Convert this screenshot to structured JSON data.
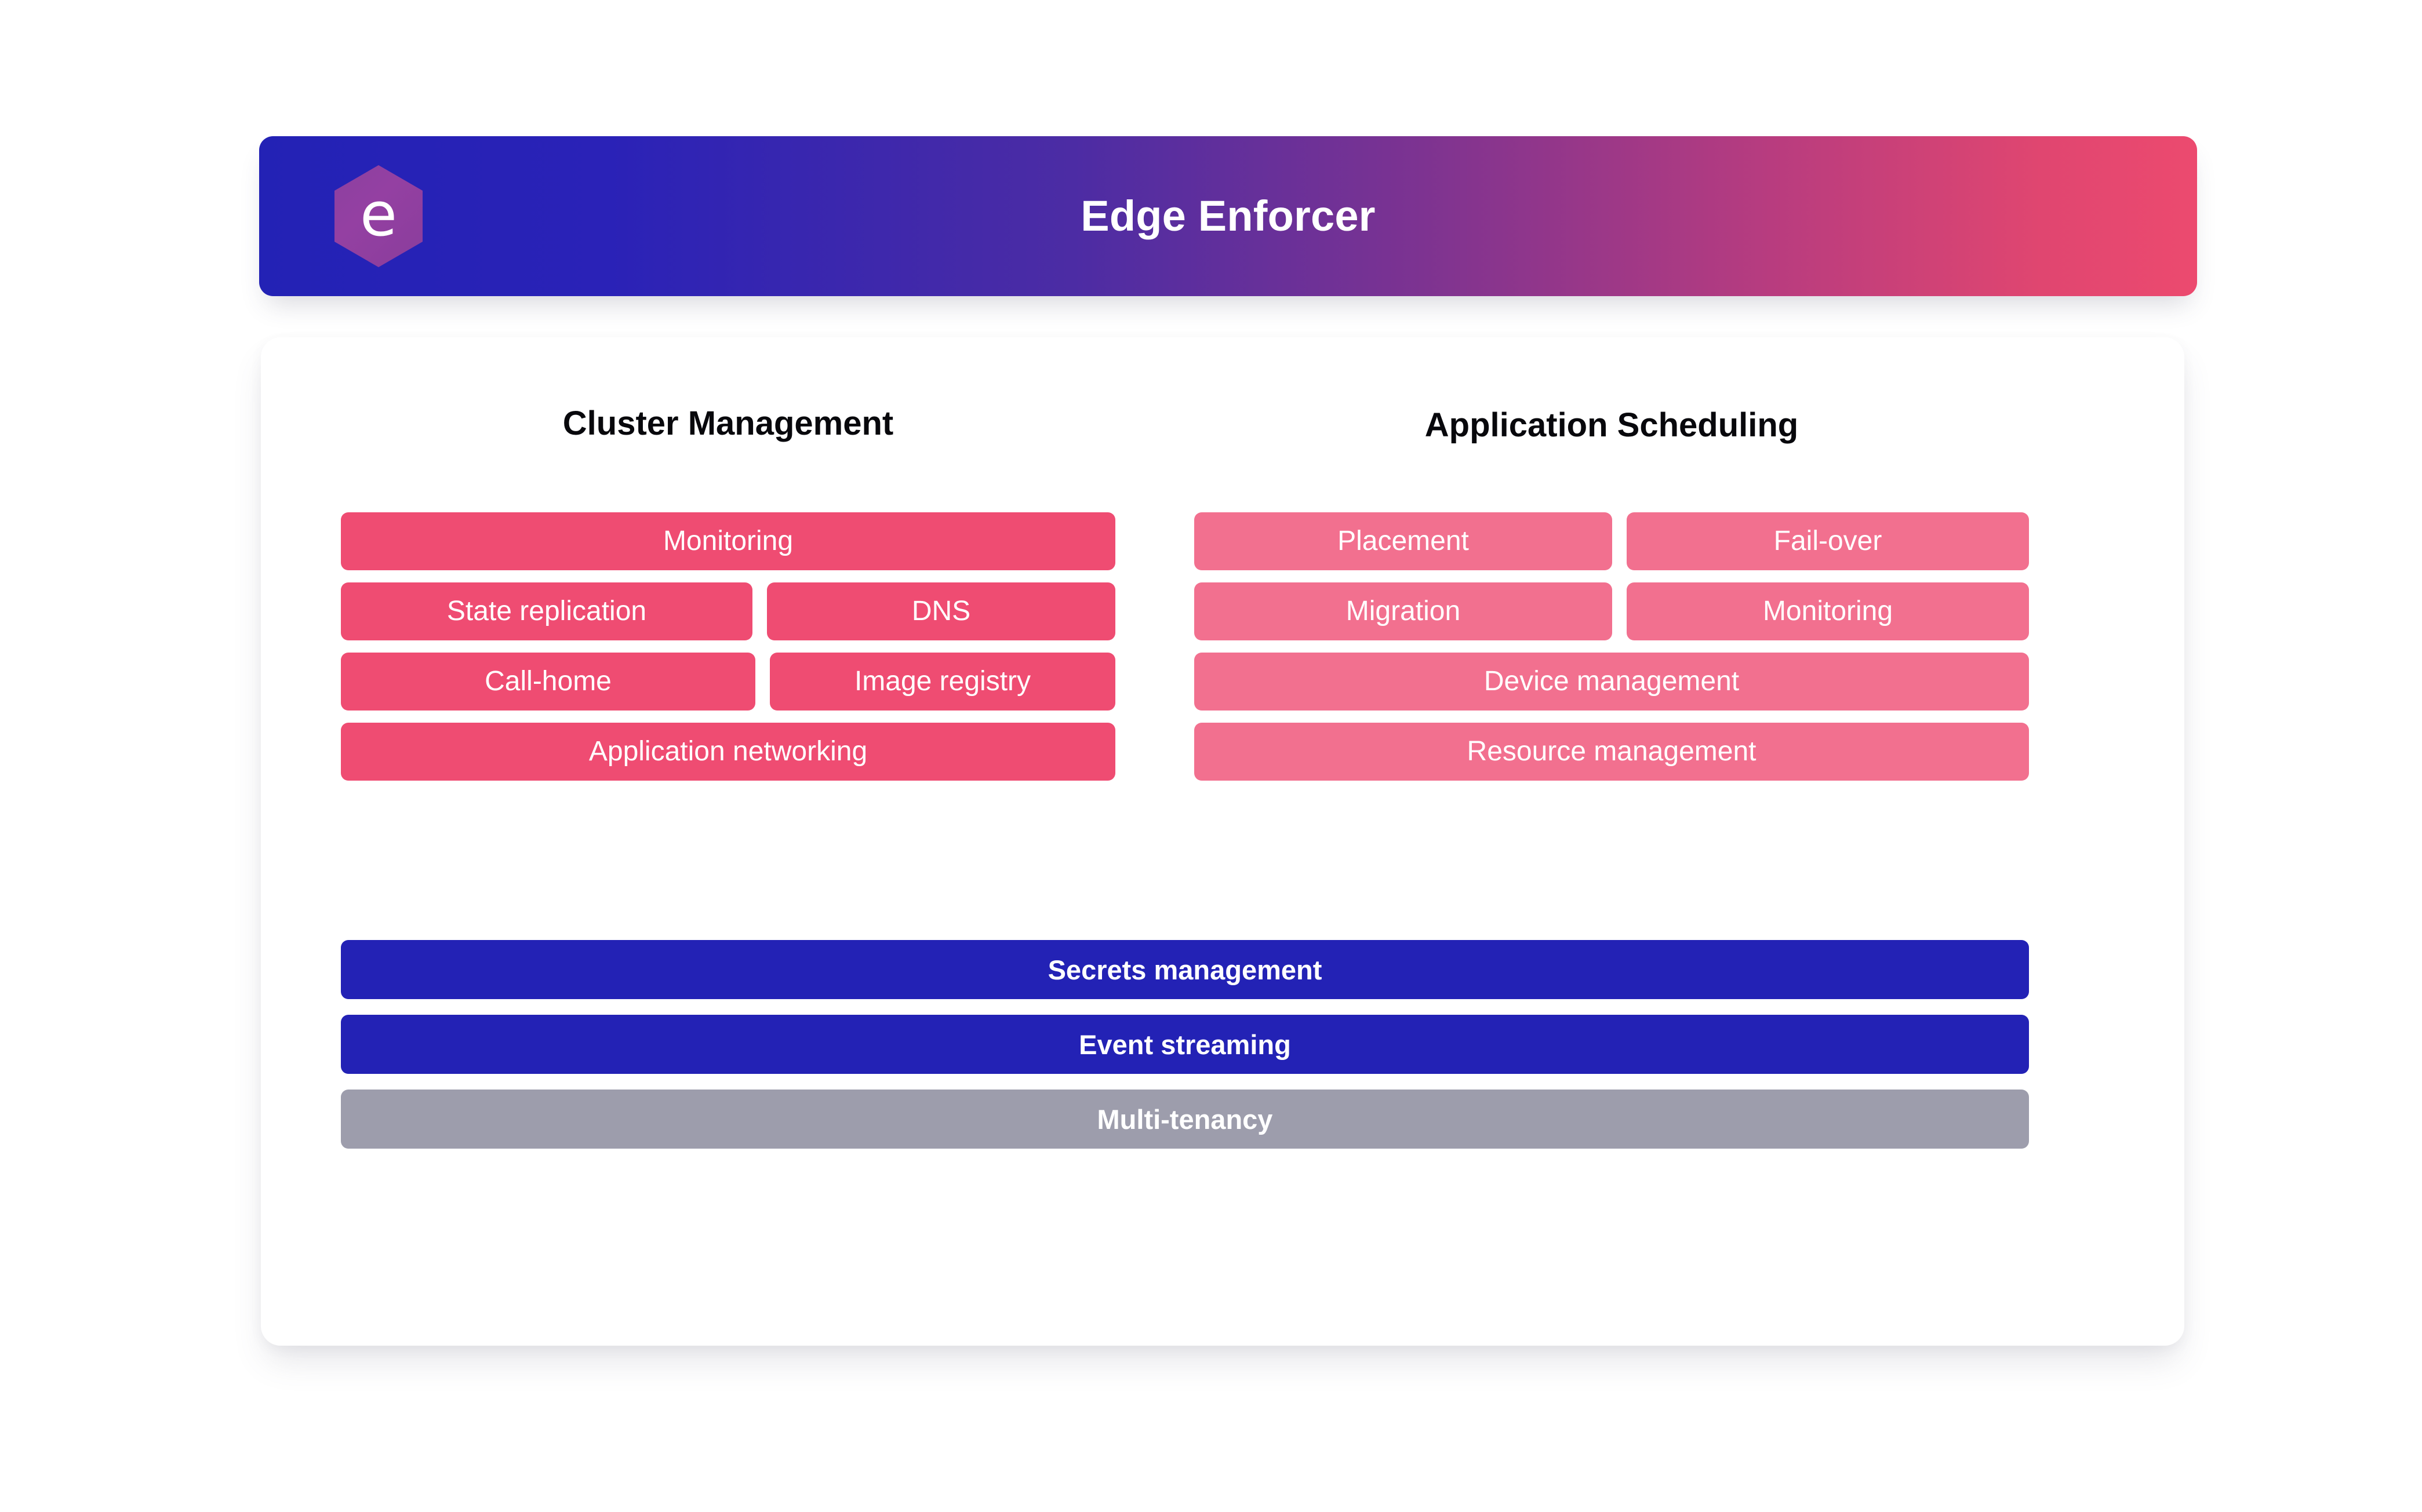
{
  "header": {
    "title": "Edge Enforcer",
    "logo_letter": "e",
    "logo_name": "hexagon-e-logo",
    "gradient_start": "#2322B5",
    "gradient_mid": "#7D3391",
    "gradient_end": "#EC4A6F"
  },
  "columns": [
    {
      "heading": "Cluster Management",
      "accent_color": "#EF4C72",
      "rows": [
        {
          "cells": [
            {
              "label": "Monitoring",
              "span": "full"
            }
          ]
        },
        {
          "cells": [
            {
              "label": "State replication",
              "span": "left-a"
            },
            {
              "label": "DNS",
              "span": "right-a"
            }
          ]
        },
        {
          "cells": [
            {
              "label": "Call-home",
              "span": "left-b"
            },
            {
              "label": "Image registry",
              "span": "right-b"
            }
          ]
        },
        {
          "cells": [
            {
              "label": "Application networking",
              "span": "full"
            }
          ]
        }
      ]
    },
    {
      "heading": "Application Scheduling",
      "accent_color": "#F2708F",
      "rows": [
        {
          "cells": [
            {
              "label": "Placement",
              "span": "app-a"
            },
            {
              "label": "Fail-over",
              "span": "app-b"
            }
          ]
        },
        {
          "cells": [
            {
              "label": "Migration",
              "span": "app-a"
            },
            {
              "label": "Monitoring",
              "span": "app-b"
            }
          ]
        },
        {
          "cells": [
            {
              "label": "Device management",
              "span": "full"
            }
          ]
        },
        {
          "cells": [
            {
              "label": "Resource management",
              "span": "full"
            }
          ]
        }
      ]
    }
  ],
  "bars": [
    {
      "label": "Secrets management",
      "color": "#2322B5",
      "style": "blue"
    },
    {
      "label": "Event streaming",
      "color": "#2322B5",
      "style": "blue"
    },
    {
      "label": "Multi-tenancy",
      "color": "#9D9DAC",
      "style": "gray"
    }
  ]
}
